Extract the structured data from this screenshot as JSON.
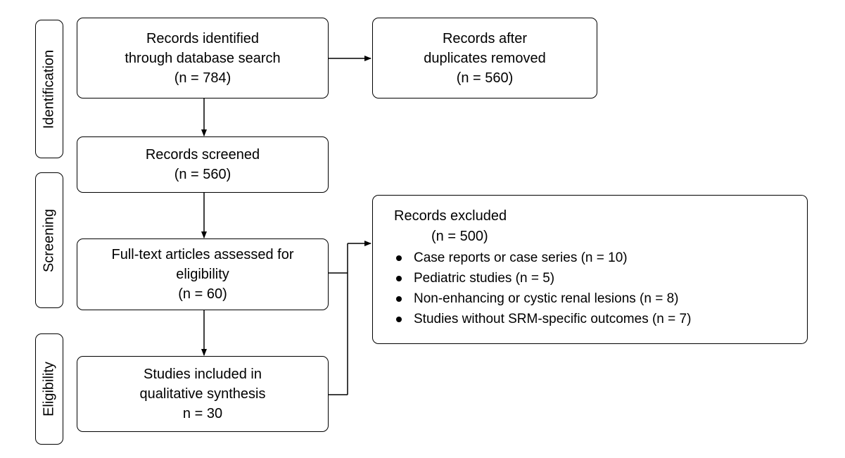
{
  "stages": [
    {
      "id": "identification",
      "label": "Identification"
    },
    {
      "id": "screening",
      "label": "Screening"
    },
    {
      "id": "eligibility",
      "label": "Eligibility"
    }
  ],
  "boxes": {
    "identified": {
      "lines": [
        "Records identified",
        "through database search",
        "(n = 784)"
      ]
    },
    "deduplicated": {
      "lines": [
        "Records after",
        "duplicates removed",
        "(n = 560)"
      ]
    },
    "screened": {
      "lines": [
        "Records screened",
        "(n = 560)"
      ]
    },
    "fulltext": {
      "lines": [
        "Full-text articles assessed for",
        "eligibility",
        "(n = 60)"
      ]
    },
    "included": {
      "lines": [
        "Studies included in",
        "qualitative synthesis",
        "n = 30"
      ]
    },
    "excluded": {
      "title": "Records excluded",
      "count": "(n = 500)",
      "reasons": [
        "Case reports or case series (n = 10)",
        "Pediatric studies (n = 5)",
        "Non-enhancing or cystic renal lesions (n = 8)",
        "Studies without SRM-specific outcomes (n = 7)"
      ]
    }
  },
  "colors": {
    "stroke": "#000000",
    "fill": "#ffffff"
  }
}
